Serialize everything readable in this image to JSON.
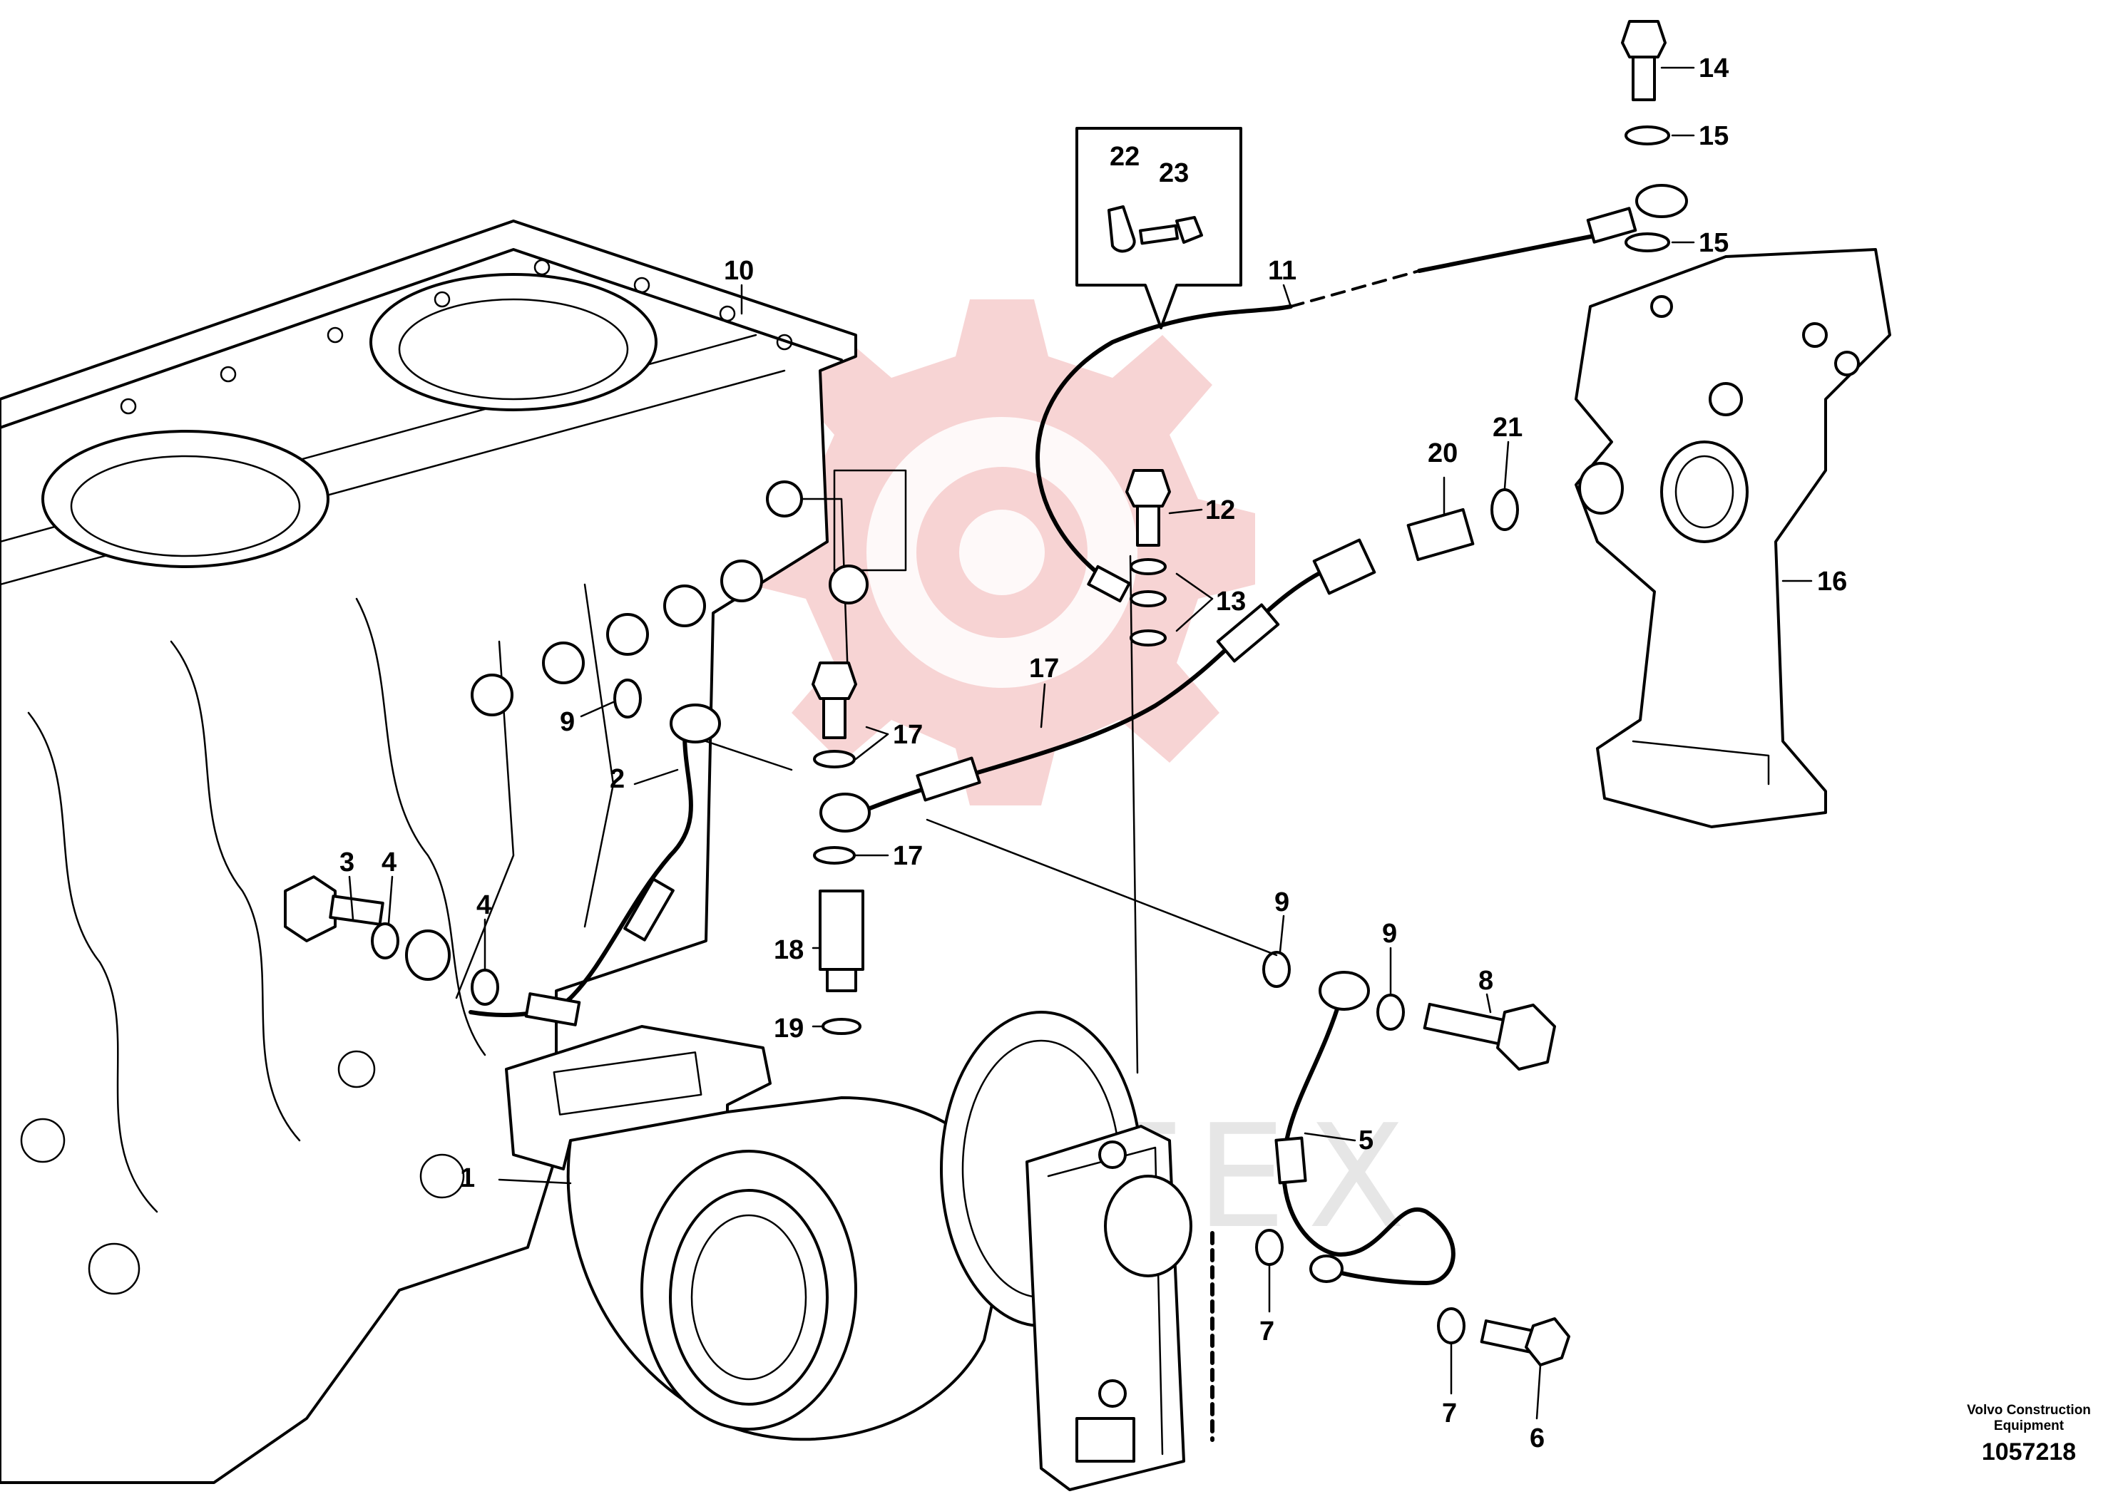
{
  "callouts": [
    {
      "label": "1"
    },
    {
      "label": "2"
    },
    {
      "label": "3"
    },
    {
      "label": "4"
    },
    {
      "label": "4"
    },
    {
      "label": "5"
    },
    {
      "label": "6"
    },
    {
      "label": "7"
    },
    {
      "label": "7"
    },
    {
      "label": "8"
    },
    {
      "label": "9"
    },
    {
      "label": "9"
    },
    {
      "label": "9"
    },
    {
      "label": "10"
    },
    {
      "label": "11"
    },
    {
      "label": "12"
    },
    {
      "label": "13"
    },
    {
      "label": "14"
    },
    {
      "label": "15"
    },
    {
      "label": "15"
    },
    {
      "label": "16"
    },
    {
      "label": "17"
    },
    {
      "label": "17"
    },
    {
      "label": "17"
    },
    {
      "label": "17"
    },
    {
      "label": "18"
    },
    {
      "label": "19"
    },
    {
      "label": "20"
    },
    {
      "label": "21"
    },
    {
      "label": "22"
    },
    {
      "label": "23"
    }
  ],
  "caption": {
    "company_line1": "Volvo Construction",
    "company_line2": "Equipment",
    "drawing_number": "1057218"
  },
  "watermark": {
    "text": "WBTEX",
    "color": "#f4c6c6"
  }
}
